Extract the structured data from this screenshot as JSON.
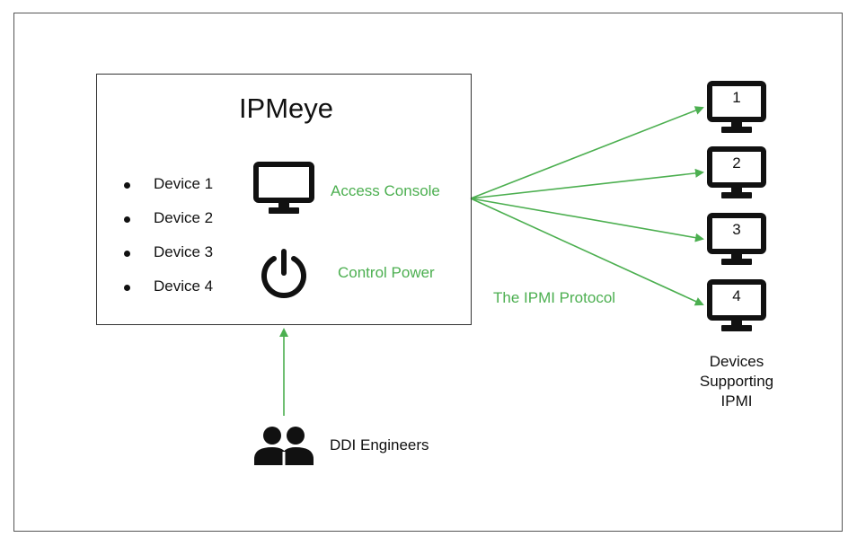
{
  "title": "IPMeye",
  "devices": [
    "Device 1",
    "Device 2",
    "Device 3",
    "Device 4"
  ],
  "features": {
    "console": {
      "label": "Access Console",
      "icon": "monitor-icon"
    },
    "power": {
      "label": "Control Power",
      "icon": "power-icon"
    }
  },
  "protocol_label": "The IPMI Protocol",
  "target_devices": {
    "numbers": [
      "1",
      "2",
      "3",
      "4"
    ],
    "caption_lines": [
      "Devices",
      "Supporting",
      "IPMI"
    ]
  },
  "engineers": {
    "label": "DDI Engineers",
    "icon": "users-icon"
  },
  "colors": {
    "accent": "#4caf50",
    "border": "#333333",
    "text": "#111111"
  }
}
